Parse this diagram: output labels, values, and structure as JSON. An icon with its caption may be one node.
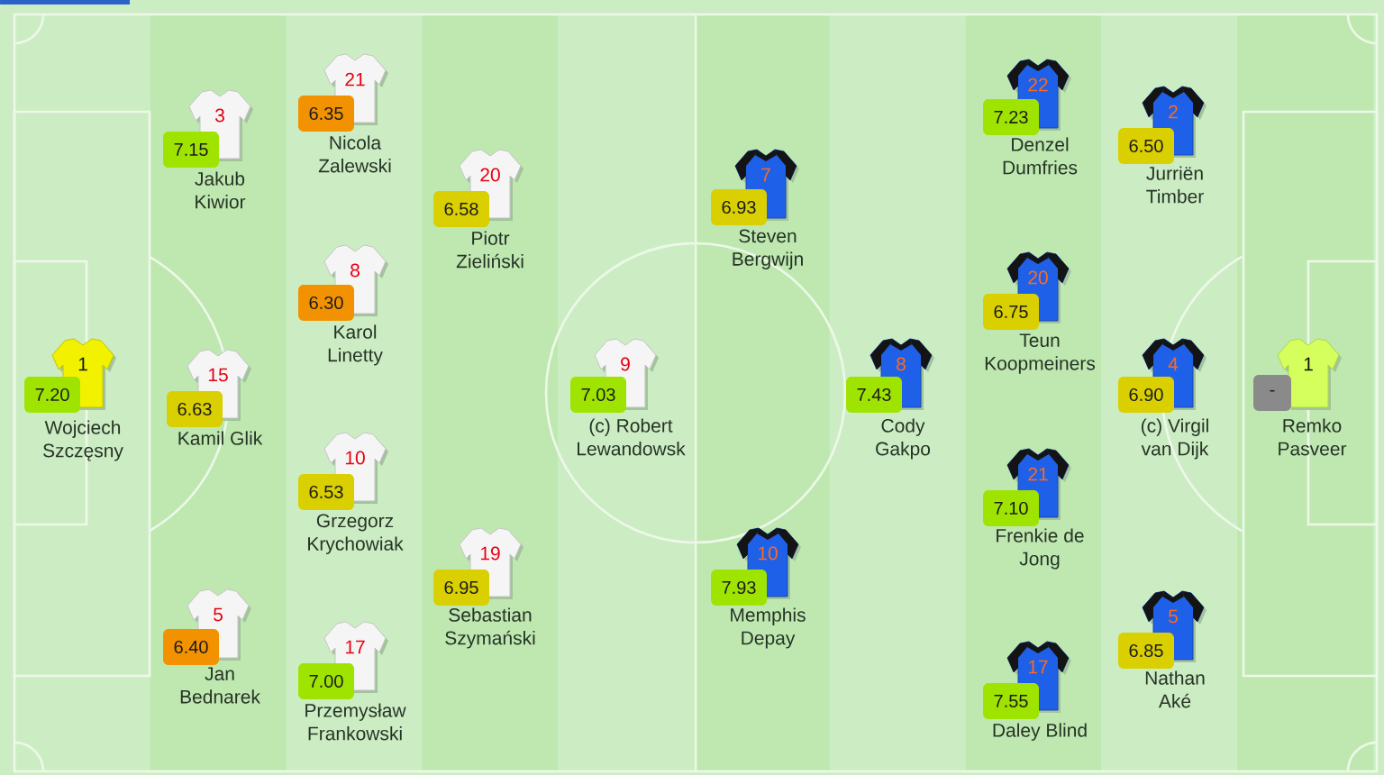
{
  "diagram": {
    "nodes": [
      {
        "text": [
          "1"
        ],
        "beside": [
          "Wojciech Szczęsny"
        ]
      },
      {
        "text": [
          "7.20"
        ]
      },
      {
        "text": [
          "3"
        ],
        "beside": [
          "Jakub Kiwior"
        ]
      },
      {
        "text": [
          "7.15"
        ]
      },
      {
        "text": [
          "15"
        ],
        "beside": [
          "Kamil Glik"
        ]
      },
      {
        "text": [
          "6.63"
        ]
      },
      {
        "text": [
          "5"
        ],
        "beside": [
          "Jan Bednarek"
        ]
      },
      {
        "text": [
          "6.40"
        ]
      },
      {
        "text": [
          "21"
        ],
        "beside": [
          "Nicola Zalewski"
        ]
      },
      {
        "text": [
          "6.35"
        ]
      },
      {
        "text": [
          "8"
        ],
        "beside": [
          "Karol Linetty"
        ]
      },
      {
        "text": [
          "6.30"
        ]
      },
      {
        "text": [
          "10"
        ],
        "beside": [
          "Grzegorz Krychowiak"
        ]
      },
      {
        "text": [
          "6.53"
        ]
      },
      {
        "text": [
          "17"
        ],
        "beside": [
          "Przemysław Frankowski"
        ]
      },
      {
        "text": [
          "7.00"
        ]
      },
      {
        "text": [
          "20"
        ],
        "beside": [
          "Piotr Zieliński"
        ]
      },
      {
        "text": [
          "6.58"
        ]
      },
      {
        "text": [
          "19"
        ],
        "beside": [
          "Sebastian Szymański"
        ]
      },
      {
        "text": [
          "6.95"
        ]
      },
      {
        "text": [
          "9"
        ],
        "beside": [
          "(c) Robert Lewandowsk"
        ]
      },
      {
        "text": [
          "7.03"
        ]
      },
      {
        "text": [
          "7"
        ],
        "beside": [
          "Steven Bergwijn"
        ]
      },
      {
        "text": [
          "6.93"
        ]
      },
      {
        "text": [
          "10"
        ],
        "beside": [
          "Memphis Depay"
        ]
      },
      {
        "text": [
          "7.93"
        ]
      },
      {
        "text": [
          "8"
        ],
        "beside": [
          "Cody Gakpo"
        ]
      },
      {
        "text": [
          "7.43"
        ]
      },
      {
        "text": [
          "22"
        ],
        "beside": [
          "Denzel Dumfries"
        ]
      },
      {
        "text": [
          "7.23"
        ]
      },
      {
        "text": [
          "20"
        ],
        "beside": [
          "Teun Koopmeiners"
        ]
      },
      {
        "text": [
          "6.75"
        ]
      },
      {
        "text": [
          "21"
        ],
        "beside": [
          "Frenkie de Jong"
        ]
      },
      {
        "text": [
          "7.10"
        ]
      },
      {
        "text": [
          "17"
        ],
        "beside": [
          "Daley Blind"
        ]
      },
      {
        "text": [
          "7.55"
        ]
      },
      {
        "text": [
          "2"
        ],
        "beside": [
          "Jurriën Timber"
        ]
      },
      {
        "text": [
          "6.50"
        ]
      },
      {
        "text": [
          "4"
        ],
        "beside": [
          "(c) Virgil van Dijk"
        ]
      },
      {
        "text": [
          "6.90"
        ]
      },
      {
        "text": [
          "5"
        ],
        "beside": [
          "Nathan Aké"
        ]
      },
      {
        "text": [
          "6.85"
        ]
      },
      {
        "text": [
          "1"
        ],
        "beside": [
          "Remko Pasveer"
        ]
      },
      {
        "text": [
          "-"
        ]
      }
    ]
  }
}
